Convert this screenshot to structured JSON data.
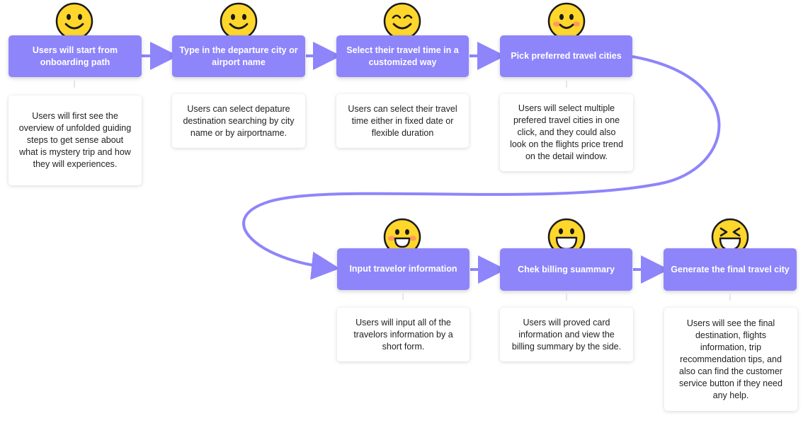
{
  "colors": {
    "primary": "#8e85fb",
    "face": "#ffd62b",
    "face_outline": "#1a1a1a",
    "blush": "#ff9a5c"
  },
  "steps": [
    {
      "title": "Users will start from onboarding path",
      "face_icon": "smile-icon",
      "note": "Users will first see the overview of unfolded guiding steps to get sense about what is mystery trip and how they will experiences."
    },
    {
      "title": "Type in the departure city or airport name",
      "face_icon": "smile-icon",
      "note": "Users can select depature destination searching by city name or by airportname."
    },
    {
      "title": "Select their travel time in a customized way",
      "face_icon": "happy-closed-eyes-icon",
      "note": "Users can select their travel time either in fixed date or flexible duration"
    },
    {
      "title": "Pick preferred travel cities",
      "face_icon": "blushing-smile-icon",
      "note": "Users will select multiple prefered travel cities in one click, and they could also look on the flights price trend on the detail window."
    },
    {
      "title": "Input travelor information",
      "face_icon": "blushing-grin-icon",
      "note": "Users will input all of the travelors information by a short form."
    },
    {
      "title": "Chek billing suammary",
      "face_icon": "grin-icon",
      "note": "Users will proved card information and view the billing summary by the side."
    },
    {
      "title": "Generate the final travel city",
      "face_icon": "laughing-squint-icon",
      "note": "Users will see the final destination, flights information, trip recommendation tips, and also can find the customer service button if they need any help."
    }
  ]
}
